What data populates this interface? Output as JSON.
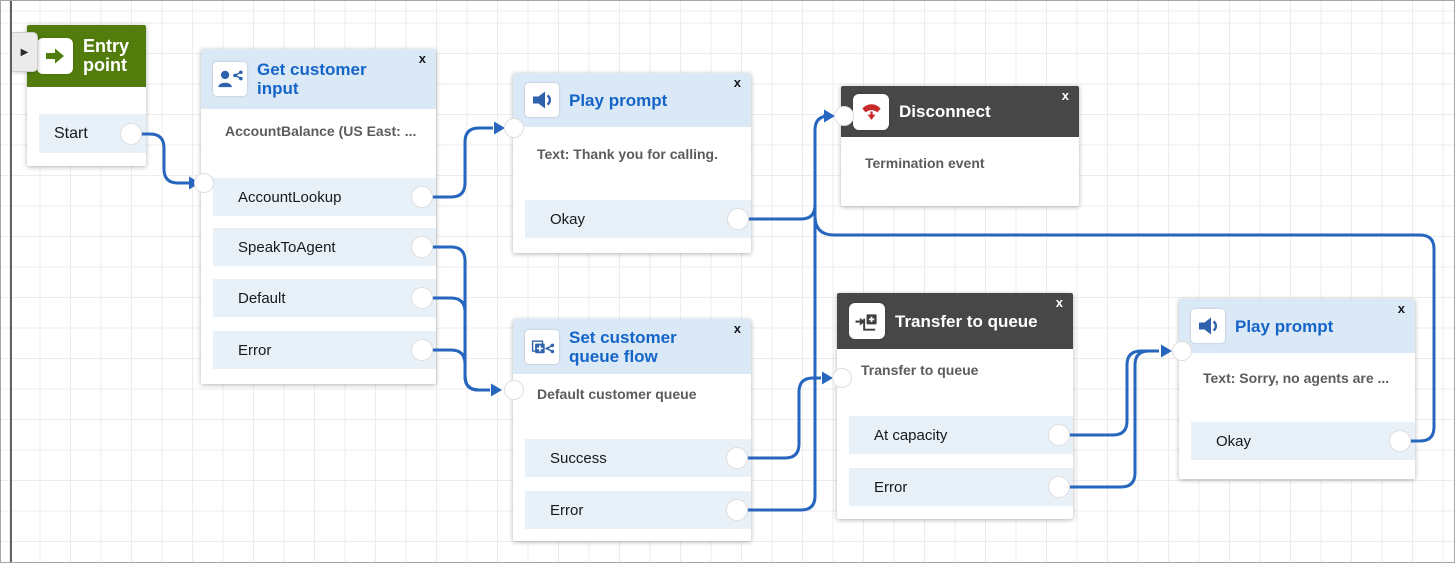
{
  "ui": {
    "close_label": "x",
    "expand_icon": "▶"
  },
  "colors": {
    "connector_line": "#2766be",
    "entry_green": "#527d0d",
    "header_light": "#dbe8f5",
    "header_dark": "#474747",
    "title_blue": "#1565c8",
    "row_bg": "#e8f0f8",
    "body_text": "#5c5c5c"
  },
  "nodes": {
    "entry": {
      "title": "Entry point",
      "outputs": [
        "Start"
      ]
    },
    "get_input": {
      "title": "Get customer input",
      "body": "AccountBalance (US East: ...",
      "outputs": [
        "AccountLookup",
        "SpeakToAgent",
        "Default",
        "Error"
      ]
    },
    "play_prompt_1": {
      "title": "Play prompt",
      "body": "Text: Thank you for calling.",
      "outputs": [
        "Okay"
      ]
    },
    "disconnect": {
      "title": "Disconnect",
      "body": "Termination event",
      "outputs": []
    },
    "set_queue": {
      "title": "Set customer queue flow",
      "body": "Default customer queue",
      "outputs": [
        "Success",
        "Error"
      ]
    },
    "transfer": {
      "title": "Transfer to queue",
      "body": "Transfer to queue",
      "outputs": [
        "At capacity",
        "Error"
      ]
    },
    "play_prompt_2": {
      "title": "Play prompt",
      "body": "Text: Sorry, no agents are ...",
      "outputs": [
        "Okay"
      ]
    }
  },
  "connections": [
    {
      "from": "entry.Start",
      "to": "get_input"
    },
    {
      "from": "get_input.AccountLookup",
      "to": "play_prompt_1"
    },
    {
      "from": "get_input.SpeakToAgent",
      "to": "set_queue"
    },
    {
      "from": "get_input.Default",
      "to": "set_queue"
    },
    {
      "from": "get_input.Error",
      "to": "set_queue"
    },
    {
      "from": "play_prompt_1.Okay",
      "to": "disconnect"
    },
    {
      "from": "set_queue.Success",
      "to": "transfer"
    },
    {
      "from": "set_queue.Error",
      "to": "disconnect"
    },
    {
      "from": "transfer.At capacity",
      "to": "play_prompt_2"
    },
    {
      "from": "transfer.Error",
      "to": "play_prompt_2"
    },
    {
      "from": "play_prompt_2.Okay",
      "to": "disconnect"
    }
  ]
}
